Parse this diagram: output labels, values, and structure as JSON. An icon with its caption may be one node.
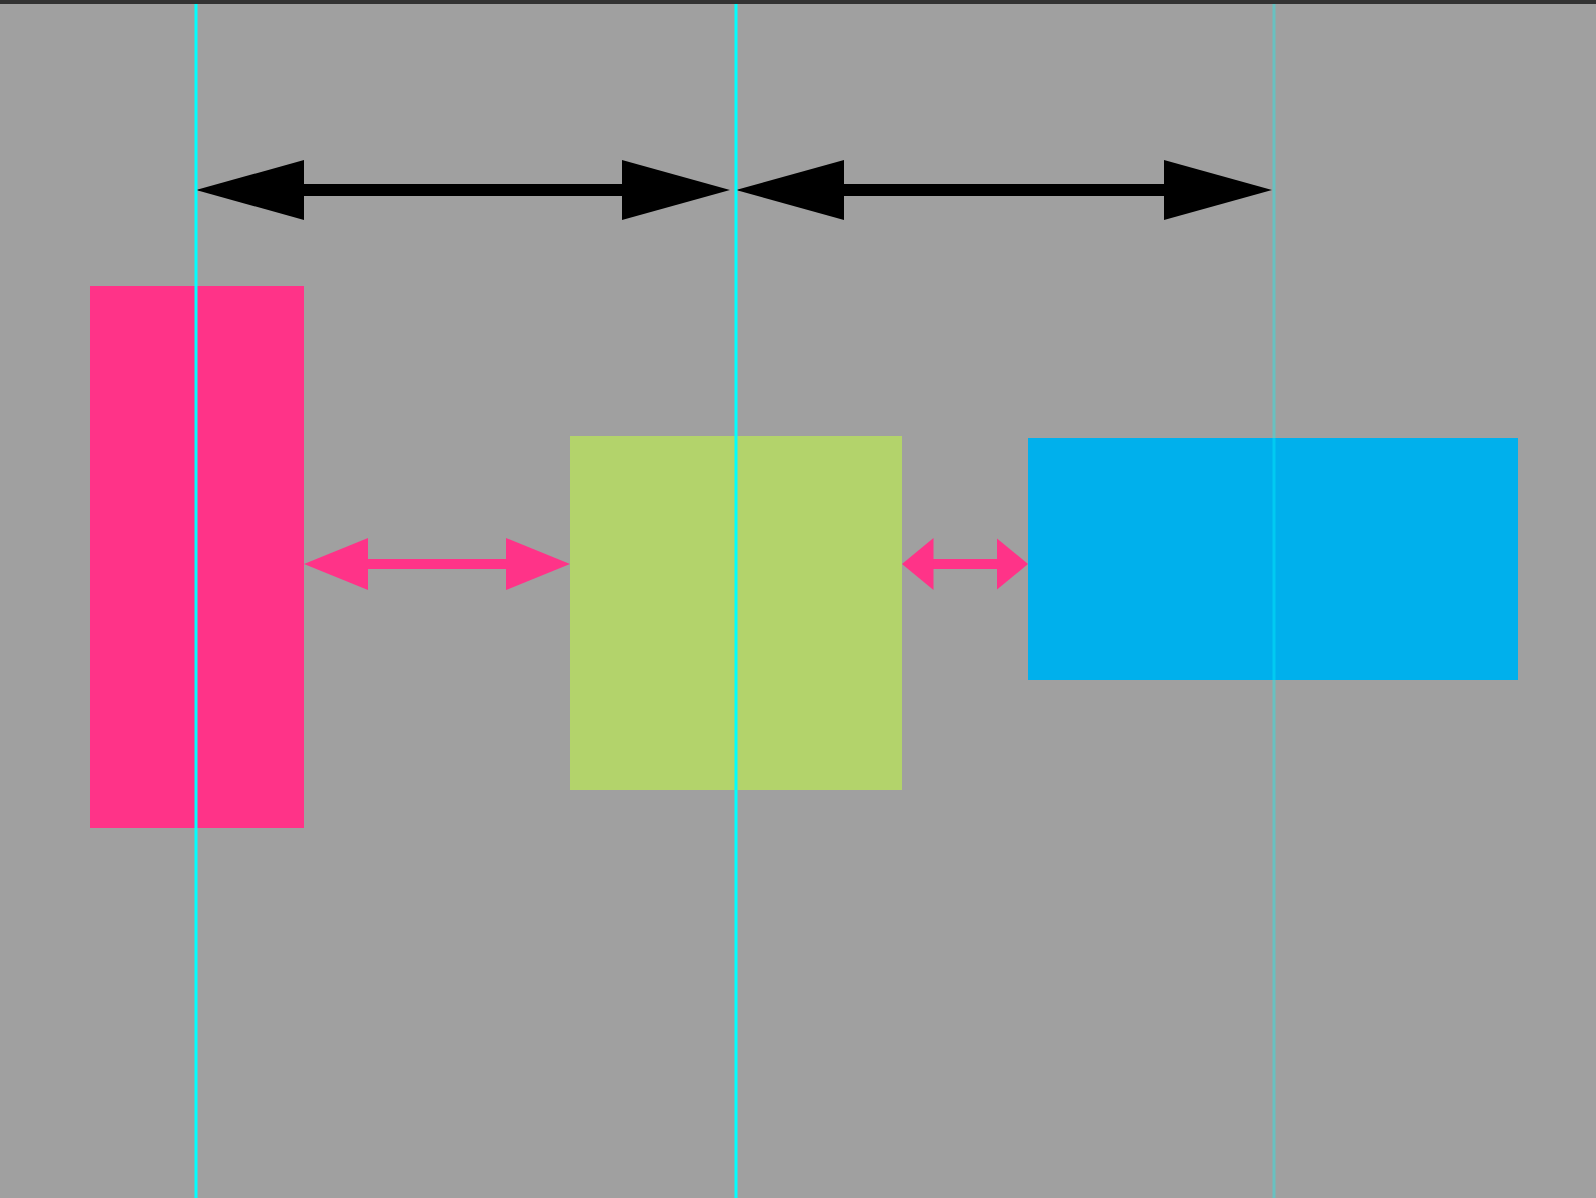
{
  "diagram": {
    "nodes": [
      {
        "text": [],
        "shape": "box"
      },
      {
        "text": [],
        "shape": "box"
      },
      {
        "text": [],
        "shape": "box"
      }
    ],
    "edges": [
      {
        "from": 0,
        "to": 1,
        "arrow": "both"
      },
      {
        "from": 1,
        "to": 2,
        "arrow": "both"
      }
    ]
  }
}
